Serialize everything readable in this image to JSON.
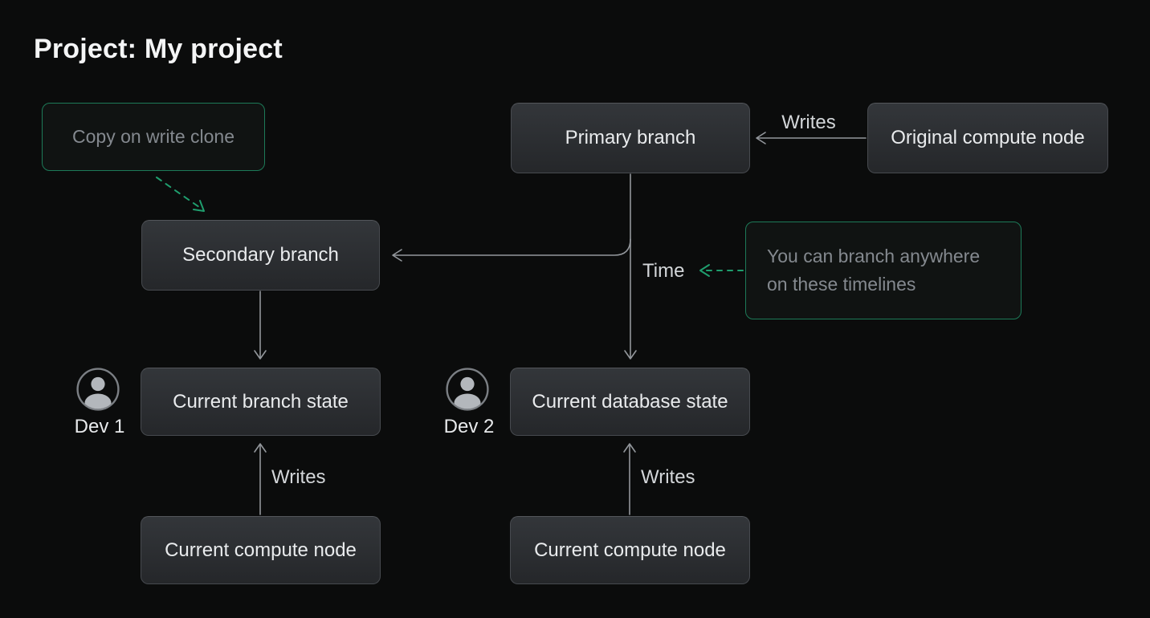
{
  "title": "Project: My project",
  "nodes": {
    "copy_clone": "Copy on write clone",
    "primary_branch": "Primary branch",
    "original_compute": "Original compute node",
    "secondary_branch": "Secondary branch",
    "branch_state": "Current branch state",
    "database_state": "Current database state",
    "compute_left": "Current compute node",
    "compute_right": "Current compute node",
    "note": "You can branch anywhere on these timelines"
  },
  "labels": {
    "writes_top": "Writes",
    "writes_left": "Writes",
    "writes_right": "Writes",
    "time": "Time"
  },
  "devs": {
    "dev1": "Dev 1",
    "dev2": "Dev 2"
  },
  "colors": {
    "background": "#0b0c0c",
    "node_fill_top": "#33363a",
    "node_fill_bottom": "#25272a",
    "node_border": "#474a4f",
    "node_text": "#e9ebed",
    "green_border": "#1d7a58",
    "green_arrow": "#1f9e6e",
    "muted_text": "#84898f",
    "line": "#93979c",
    "label_text": "#d3d6d9"
  }
}
